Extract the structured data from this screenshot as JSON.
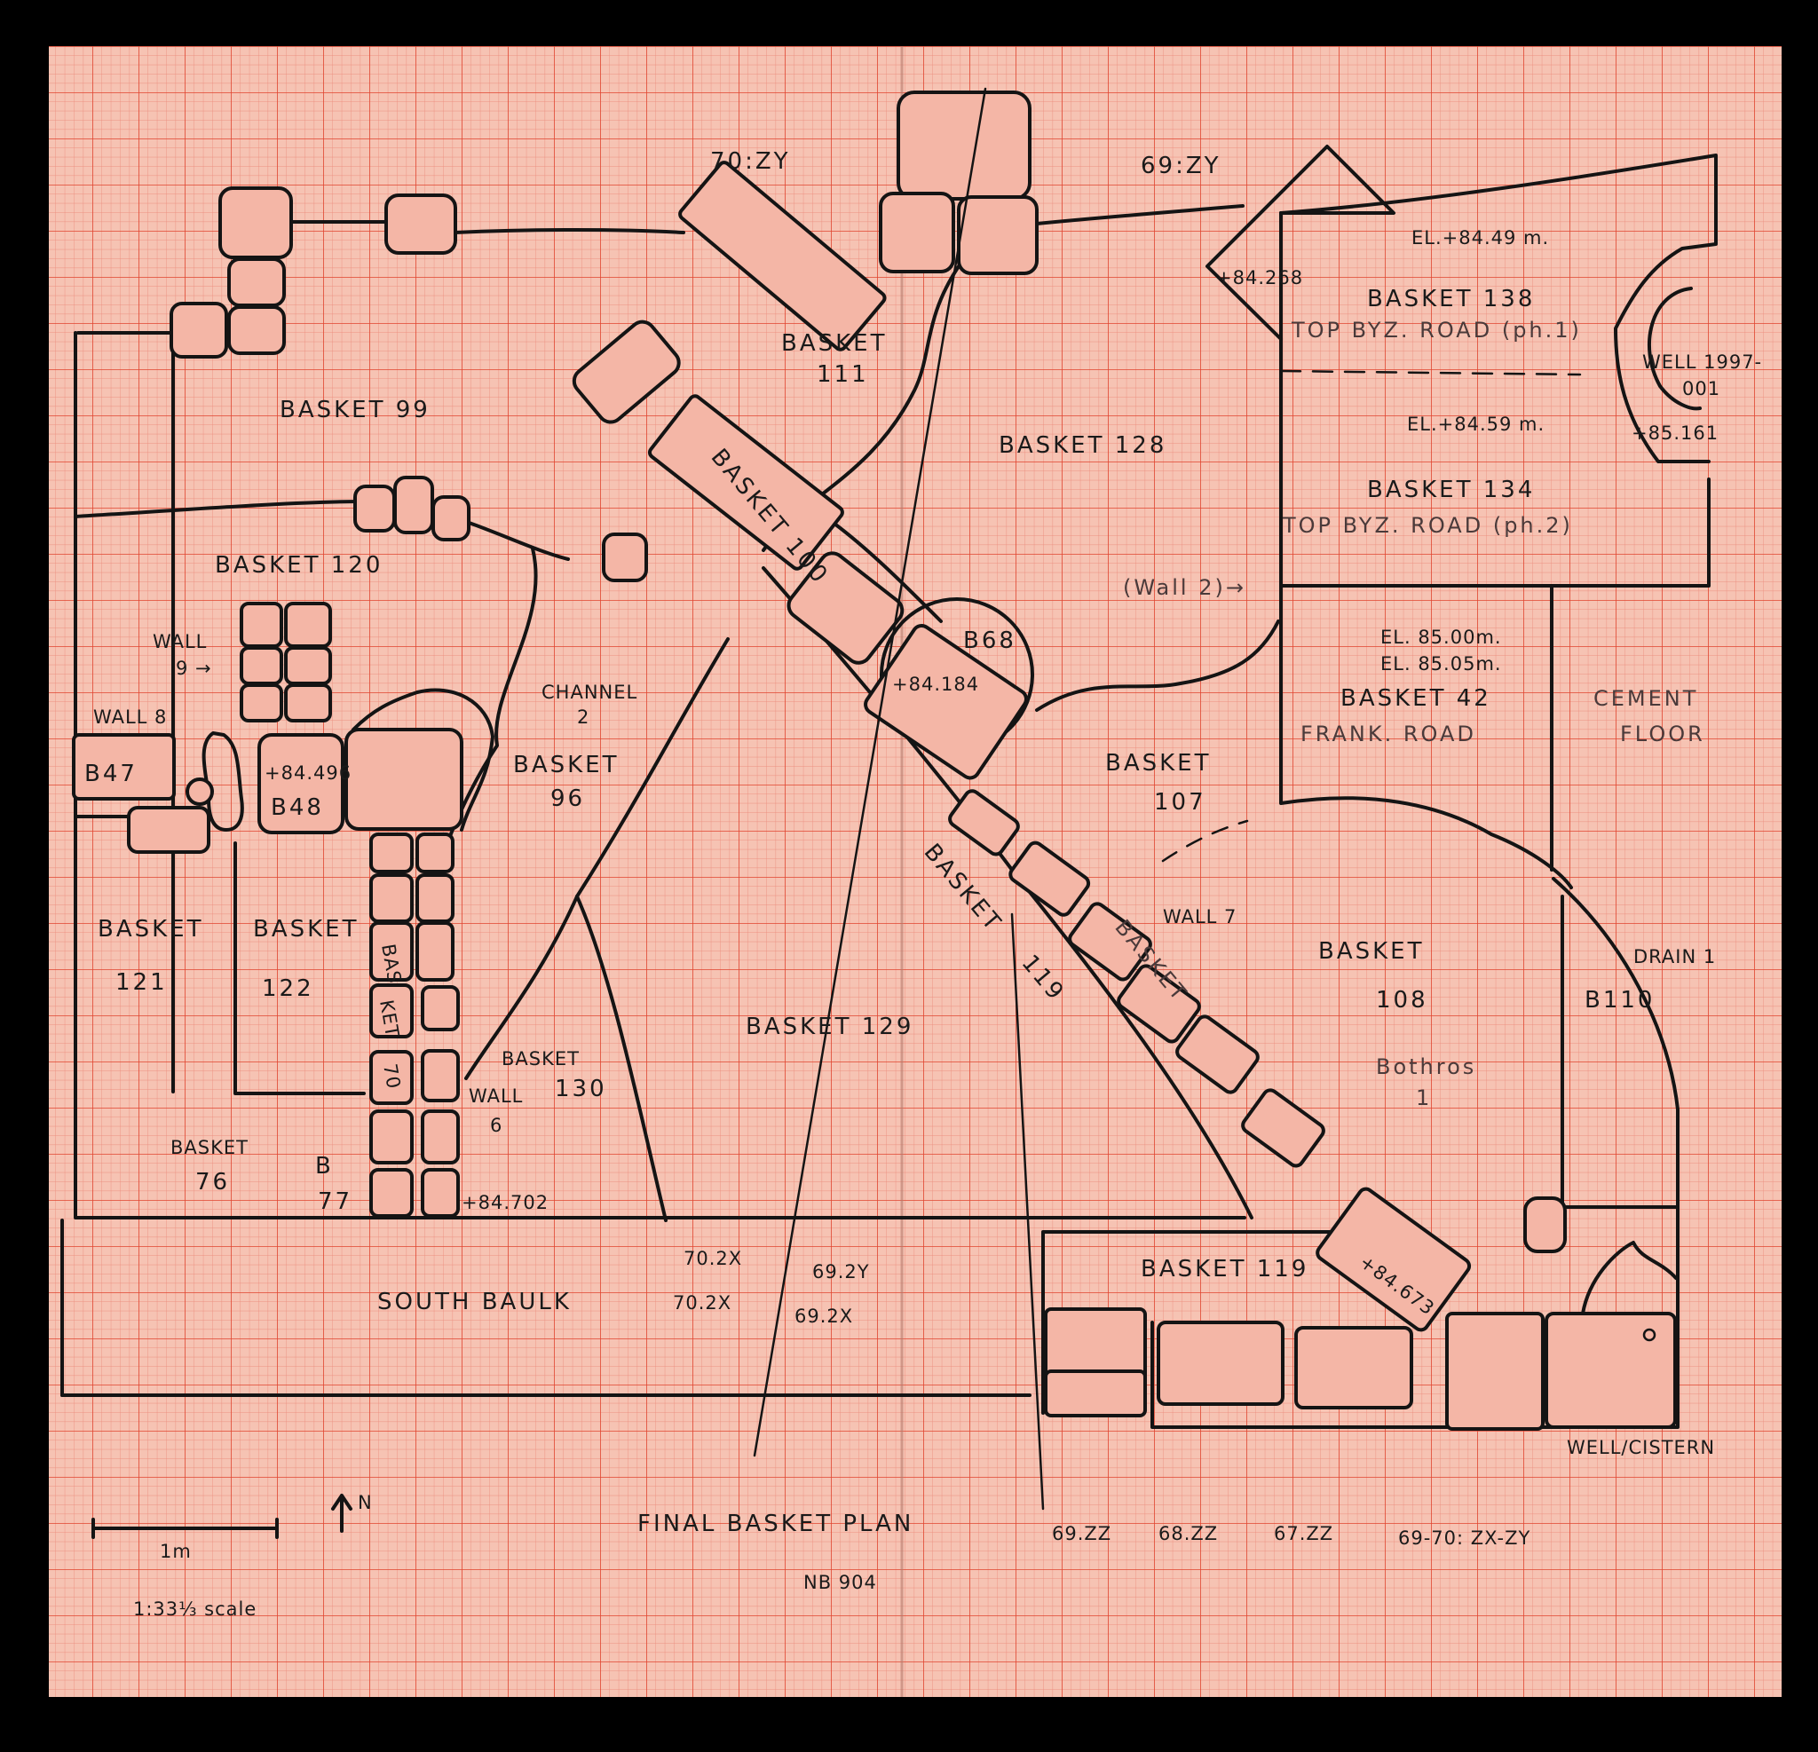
{
  "colors": {
    "paper": "#f6c3b3",
    "grid_minor": "#ec8f80",
    "grid_major": "#e0452f",
    "ink": "#141414",
    "frame": "#000000"
  },
  "labels": {
    "grid_top_left": "70:ZY",
    "grid_top_right": "69:ZY",
    "b99": "BASKET 99",
    "b111_a": "BASKET",
    "b111_b": "111",
    "b128": "BASKET 128",
    "b100": "BASKET 100",
    "b120": "BASKET 120",
    "el_8449": "EL.+84.49 m.",
    "pt_84268": "+84.268",
    "b138": "BASKET 138",
    "top_byz_road_1": "TOP BYZ. ROAD (ph.1)",
    "well_1997_a": "WELL 1997-",
    "well_1997_b": "001",
    "el_8459": "EL.+84.59 m.",
    "pt_85161": "+85.161",
    "b134": "BASKET 134",
    "top_byz_road_2": "TOP BYZ. ROAD (ph.2)",
    "wall2": "(Wall 2)→",
    "wall9_a": "WALL",
    "wall9_b": "9 →",
    "wall8": "WALL 8",
    "b47": "B47",
    "b48": "B48",
    "pt_84496": "+84.496",
    "channel_a": "CHANNEL",
    "channel_b": "2",
    "b96_a": "BASKET",
    "b96_b": "96",
    "b68": "B68",
    "pt_84184": "+84.184",
    "el_8500": "EL. 85.00m.",
    "el_8505": "EL. 85.05m.",
    "b42": "BASKET 42",
    "frank_road": "FRANK. ROAD",
    "cement_a": "CEMENT",
    "cement_b": "FLOOR",
    "b107_a": "BASKET",
    "b107_b": "107",
    "b121_a": "BASKET",
    "b121_b": "121",
    "b122_a": "BASKET",
    "b122_b": "122",
    "b70_a": "BAS",
    "b70_b": "KET",
    "b70_c": "70",
    "b119_diag_a": "BASKET",
    "b119_diag_b": "119",
    "wall7": "WALL 7",
    "basket_diag": "BASKET",
    "b108_a": "BASKET",
    "b108_b": "108",
    "drain1": "DRAIN 1",
    "b110": "B110",
    "bothros_a": "Bothros",
    "bothros_b": "1",
    "b129": "BASKET 129",
    "b130_a": "BASKET",
    "b130_b": "130",
    "wall6_a": "WALL",
    "wall6_b": "6",
    "b76_a": "BASKET",
    "b76_b": "76",
    "b77_a": "B",
    "b77_b": "77",
    "pt_84702": "+84.702",
    "pt_84673": "+84.673",
    "b119_low": "BASKET 119",
    "baulk_70_2x": "70.2X",
    "baulk_69_2y": "69.2Y",
    "baulk_70_2x_b": "70.2X",
    "baulk_69_2x": "69.2X",
    "south_baulk": "SOUTH   BAULK",
    "well_cistern": "WELL/CISTERN",
    "scale_1m": "1m",
    "north": "N",
    "scale_ratio": "1:33⅓ scale",
    "title": "FINAL  BASKET  PLAN",
    "title_sq1": "69.ZZ",
    "title_sq2": "68.ZZ",
    "title_sq3": "67.ZZ",
    "title_sq4": "69-70: ZX-ZY",
    "notebook": "NB 904"
  }
}
